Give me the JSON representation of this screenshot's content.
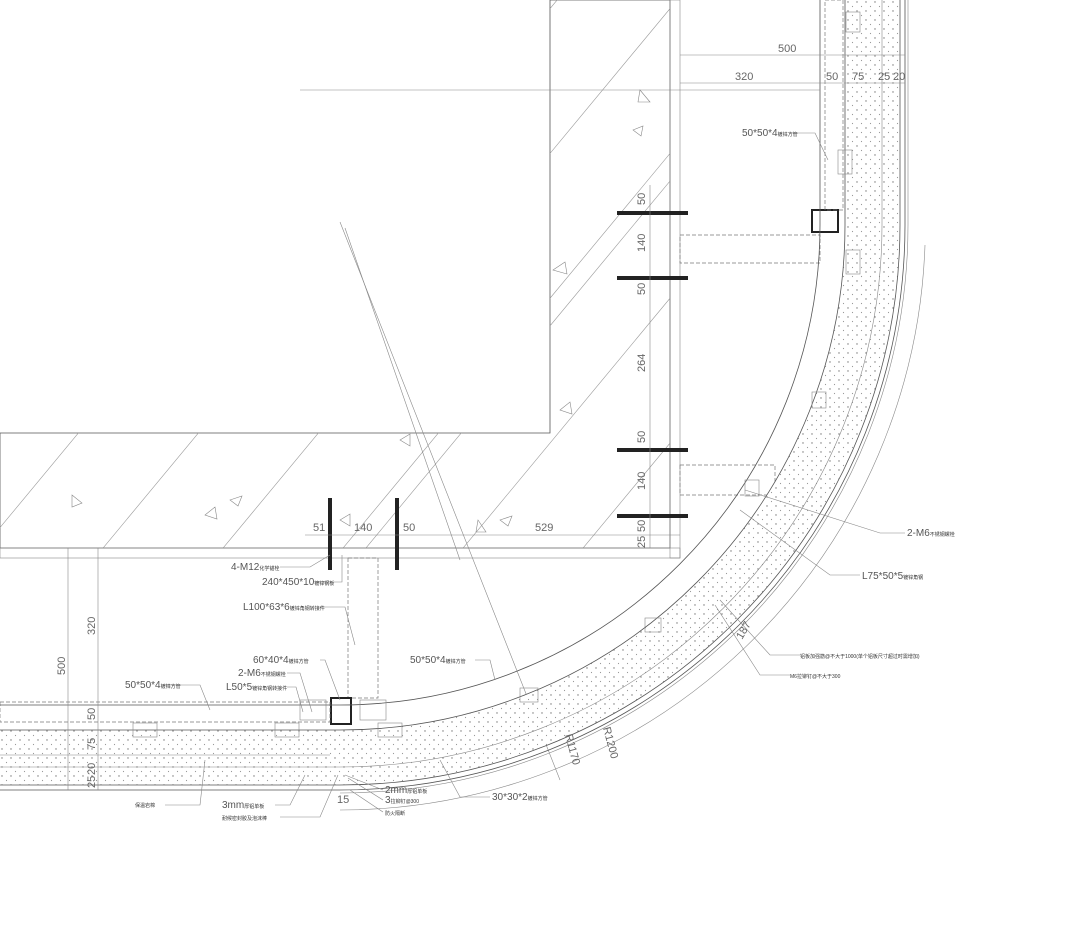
{
  "drawing": {
    "title": "弧形幕墙节点详图",
    "dims_top": {
      "d500": "500",
      "d320": "320",
      "d50": "50",
      "d75": "75",
      "d25": "25",
      "d20": "20"
    },
    "dims_wall_vertical": [
      "50",
      "140",
      "50",
      "264",
      "50",
      "140",
      "50",
      "25"
    ],
    "dims_wall_horizontal": [
      "51",
      "140",
      "50",
      "529"
    ],
    "dims_left": {
      "d500": "500",
      "d320": "320",
      "d50": "50",
      "d75": "75",
      "d20": "20",
      "d25": "25"
    },
    "dims_bottom": {
      "gap": "15"
    },
    "radii": {
      "r_inner": "R1170",
      "r_outer": "R1200",
      "bubble": "187"
    },
    "labels": {
      "tube_top": {
        "spec": "50*50*4",
        "note": "镀锌方管"
      },
      "bolts_2m6_right": {
        "spec": "2-M6",
        "note": "不锈钢螺栓"
      },
      "angle_l75": {
        "spec": "L75*50*5",
        "note": "镀锌角钢"
      },
      "anchor_1000": {
        "spec": "铝板加强筋@不大于1000",
        "note": "(单个铝板尺寸超过时需增加)"
      },
      "m6_300": {
        "spec": "M6拉铆钉@不大于300",
        "note": ""
      },
      "anchor_4m12": {
        "spec": "4-M12",
        "note": "化学锚栓"
      },
      "plate_240": {
        "spec": "240*450*10",
        "note": "镀锌钢板"
      },
      "angle_l100": {
        "spec": "L100*63*6",
        "note": "镀锌角钢转接件"
      },
      "tube_60": {
        "spec": "60*40*4",
        "note": "镀锌方管"
      },
      "bolts_2m6_left": {
        "spec": "2-M6",
        "note": "不锈钢螺栓"
      },
      "angle_l50": {
        "spec": "L50*5",
        "note": "镀锌角钢转接件"
      },
      "tube_left": {
        "spec": "50*50*4",
        "note": "镀锌方管"
      },
      "tube_curve": {
        "spec": "50*50*4",
        "note": "镀锌方管"
      },
      "insul": {
        "spec": "",
        "note": "保温岩棉"
      },
      "alu_3mm": {
        "spec": "3mm",
        "note": "厚铝单板"
      },
      "sealant": {
        "spec": "",
        "note": "耐候密封胶及泡沫棒"
      },
      "alu_2mm": {
        "spec": "2mm",
        "note": "厚铝单板"
      },
      "rivet_300": {
        "spec": "3",
        "note": "拉铆钉@300"
      },
      "fire": {
        "spec": "",
        "note": "防火隔断"
      },
      "tube_30": {
        "spec": "30*30*2",
        "note": "镀锌方管"
      }
    }
  }
}
